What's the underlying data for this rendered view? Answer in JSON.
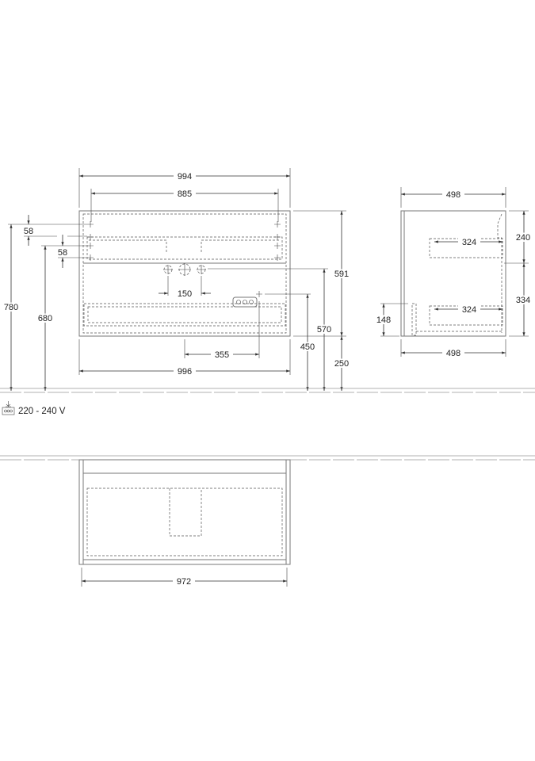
{
  "front_view": {
    "width_top": "994",
    "mount_spacing": "885",
    "mount_offset_1": "58",
    "mount_offset_2": "58",
    "height_total": "780",
    "height_mount": "680",
    "cabinet_height": "591",
    "floor_clearance": "250",
    "tap_height": "570",
    "socket_height": "450",
    "tap_spacing": "150",
    "socket_offset": "355",
    "width_bottom": "996"
  },
  "side_view": {
    "depth_top": "498",
    "depth_bottom": "498",
    "upper_drawer_height": "240",
    "lower_drawer_height": "334",
    "upper_drawer_depth": "324",
    "lower_drawer_depth": "324",
    "siphon_height": "148"
  },
  "electrical": {
    "voltage": "220 - 240 V",
    "icon": "power-socket-icon"
  },
  "plan_view": {
    "width": "972"
  },
  "colors": {
    "line": "#333333",
    "outline": "#777777"
  }
}
